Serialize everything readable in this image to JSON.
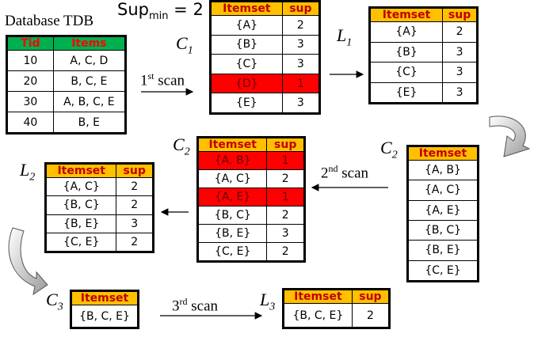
{
  "title": "Database TDB",
  "supmin": {
    "text": "Sup",
    "sub": "min",
    "eq": " = 2"
  },
  "tdb": {
    "headers": [
      "Tid",
      "Items"
    ],
    "rows": [
      [
        "10",
        "A, C, D"
      ],
      [
        "20",
        "B, C, E"
      ],
      [
        "30",
        "A, B, C, E"
      ],
      [
        "40",
        "B, E"
      ]
    ]
  },
  "scans": {
    "first": {
      "num": "1",
      "sup": "st",
      "text": " scan"
    },
    "second": {
      "num": "2",
      "sup": "nd",
      "text": " scan"
    },
    "third": {
      "num": "3",
      "sup": "rd",
      "text": " scan"
    }
  },
  "labels": {
    "c1": {
      "letter": "C",
      "sub": "1"
    },
    "l1": {
      "letter": "L",
      "sub": "1"
    },
    "c2a": {
      "letter": "C",
      "sub": "2"
    },
    "c2b": {
      "letter": "C",
      "sub": "2"
    },
    "l2": {
      "letter": "L",
      "sub": "2"
    },
    "c3": {
      "letter": "C",
      "sub": "3"
    },
    "l3": {
      "letter": "L",
      "sub": "3"
    }
  },
  "headers": {
    "itemset": "Itemset",
    "sup": "sup"
  },
  "c1": [
    {
      "itemset": "{A}",
      "sup": "2",
      "pruned": false
    },
    {
      "itemset": "{B}",
      "sup": "3",
      "pruned": false
    },
    {
      "itemset": "{C}",
      "sup": "3",
      "pruned": false
    },
    {
      "itemset": "{D}",
      "sup": "1",
      "pruned": true
    },
    {
      "itemset": "{E}",
      "sup": "3",
      "pruned": false
    }
  ],
  "l1": [
    {
      "itemset": "{A}",
      "sup": "2"
    },
    {
      "itemset": "{B}",
      "sup": "3"
    },
    {
      "itemset": "{C}",
      "sup": "3"
    },
    {
      "itemset": "{E}",
      "sup": "3"
    }
  ],
  "c2_candidates": [
    "{A, B}",
    "{A, C}",
    "{A, E}",
    "{B, C}",
    "{B, E}",
    "{C, E}"
  ],
  "c2_counted": [
    {
      "itemset": "{A, B}",
      "sup": "1",
      "pruned": true
    },
    {
      "itemset": "{A, C}",
      "sup": "2",
      "pruned": false
    },
    {
      "itemset": "{A, E}",
      "sup": "1",
      "pruned": true
    },
    {
      "itemset": "{B, C}",
      "sup": "2",
      "pruned": false
    },
    {
      "itemset": "{B, E}",
      "sup": "3",
      "pruned": false
    },
    {
      "itemset": "{C, E}",
      "sup": "2",
      "pruned": false
    }
  ],
  "l2": [
    {
      "itemset": "{A, C}",
      "sup": "2"
    },
    {
      "itemset": "{B, C}",
      "sup": "2"
    },
    {
      "itemset": "{B, E}",
      "sup": "3"
    },
    {
      "itemset": "{C, E}",
      "sup": "2"
    }
  ],
  "c3": [
    "{B, C, E}"
  ],
  "l3": [
    {
      "itemset": "{B, C, E}",
      "sup": "2"
    }
  ]
}
